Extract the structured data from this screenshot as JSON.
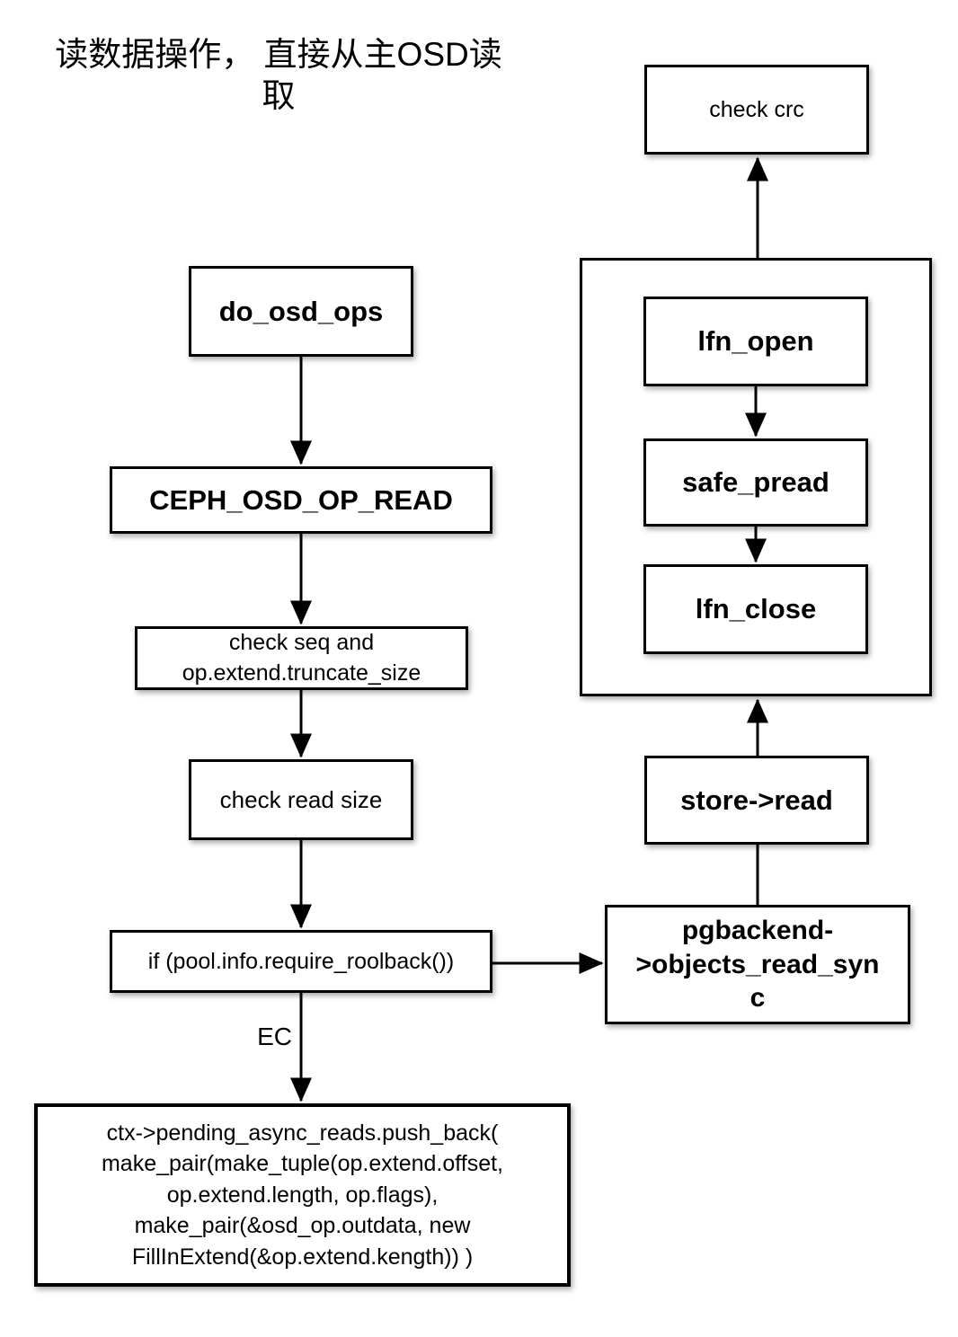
{
  "title": {
    "line1": "读数据操作，",
    "line2": "直接从主OSD读取"
  },
  "nodes": {
    "do_osd_ops": {
      "label": "do_osd_ops"
    },
    "ceph_osd_op_read": {
      "label": "CEPH_OSD_OP_READ"
    },
    "check_seq": {
      "lines": [
        "check seq and",
        "op.extend.truncate_size"
      ]
    },
    "check_read_size": {
      "label": "check read size"
    },
    "require_rollback": {
      "label": "if (pool.info.require_roolback())"
    },
    "pending_async_reads": {
      "lines": [
        "ctx->pending_async_reads.push_back(",
        "make_pair(make_tuple(op.extend.offset,",
        "op.extend.length, op.flags),",
        "make_pair(&osd_op.outdata, new",
        "FillInExtend(&op.extend.kength)) )"
      ]
    },
    "check_crc": {
      "label": "check crc"
    },
    "lfn_open": {
      "label": "lfn_open"
    },
    "safe_pread": {
      "label": "safe_pread"
    },
    "lfn_close": {
      "label": "lfn_close"
    },
    "store_read": {
      "label": "store->read"
    },
    "objects_read_sync": {
      "lines": [
        "pgbackend-",
        ">objects_read_syn",
        "c"
      ]
    }
  },
  "edges": [
    {
      "from": "do_osd_ops",
      "to": "ceph_osd_op_read",
      "arrow": true
    },
    {
      "from": "ceph_osd_op_read",
      "to": "check_seq",
      "arrow": true
    },
    {
      "from": "check_seq",
      "to": "check_read_size",
      "arrow": true
    },
    {
      "from": "check_read_size",
      "to": "require_rollback",
      "arrow": true
    },
    {
      "from": "require_rollback",
      "to": "objects_read_sync",
      "arrow": true
    },
    {
      "from": "require_rollback",
      "to": "pending_async_reads",
      "arrow": true,
      "label": "EC"
    },
    {
      "from": "objects_read_sync",
      "to": "store_read",
      "arrow": false
    },
    {
      "from": "store_read",
      "to": "filestore_group",
      "arrow": true
    },
    {
      "from": "filestore_group",
      "to": "check_crc",
      "arrow": true
    },
    {
      "from": "lfn_open",
      "to": "safe_pread",
      "arrow": true
    },
    {
      "from": "safe_pread",
      "to": "lfn_close",
      "arrow": true
    }
  ],
  "colors": {
    "line": "#000000",
    "box_border": "#000000",
    "box_fill": "#ffffff",
    "text": "#000000",
    "background": "#ffffff"
  }
}
